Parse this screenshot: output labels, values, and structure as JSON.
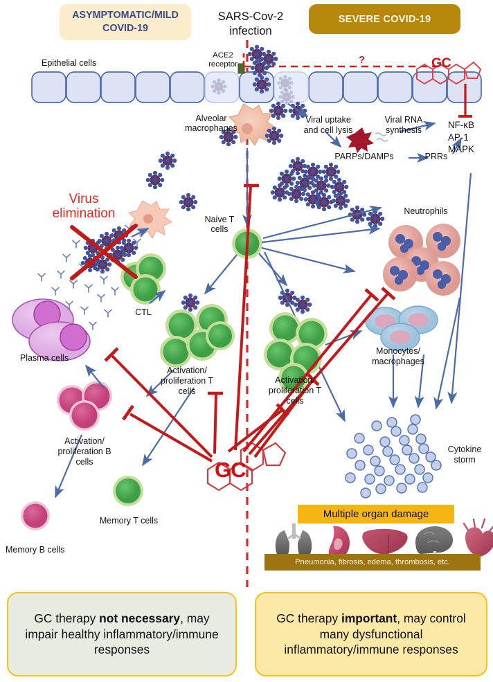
{
  "figure": {
    "domain": "biomedical-pathway-diagram",
    "subject": "Glucocorticoid (GC) therapy in asymptomatic/mild vs severe COVID-19"
  },
  "header": {
    "left_banner": "ASYMPTOMATIC/MILD COVID-19",
    "center_title": "SARS-Cov-2 infection",
    "right_banner": "SEVERE COVID-19"
  },
  "labels": {
    "epithelial_cells": "Epithelial cells",
    "ace2_receptor": "ACE2 receptor",
    "alveolar_macrophages": "Alveolar macrophages",
    "question_mark": "?",
    "viral_uptake": "Viral uptake and cell lysis",
    "viral_rna": "Viral RNA synthesis",
    "parps_damps": "PARPs/DAMPs",
    "prrs": "PRRs",
    "signalling": "NF-κB AP-1 MAPK",
    "signalling_lines": [
      "NF-κB",
      "AP-1",
      "MAPK"
    ],
    "virus_elimination": "Virus elimination",
    "naive_t_cells": "Naive T cells",
    "ctl": "CTL",
    "plasma_cells": "Plasma cells",
    "activation_t_left": "Activation/ proliferation T cells",
    "activation_t_right": "Activation/ proliferation T cells",
    "activation_b": "Activation/ proliferation B cells",
    "memory_t_cells": "Memory T cells",
    "memory_b_cells": "Memory B cells",
    "neutrophils": "Neutrophils",
    "monocytes_macrophages": "Monocytes/ macrophages",
    "cytokine_storm": "Cytokine storm",
    "gc_molecule": "GC"
  },
  "organ_damage": {
    "banner": "Multiple organ damage",
    "subtitle": "Pneumonia, fibrosis, edema, thrombosis, etc.",
    "organs": [
      "lungs",
      "kidney",
      "liver",
      "brain",
      "heart"
    ]
  },
  "conclusions": {
    "left": {
      "pre": "GC therapy ",
      "bold": "not necessary",
      "post": ", may impair healthy inflammatory/immune responses"
    },
    "right": {
      "pre": "GC therapy ",
      "bold": "important",
      "post": ", may control many dysfunctional inflammatory/immune responses"
    }
  },
  "colors": {
    "mild_banner_bg": "#fbeccb",
    "mild_banner_text": "#3b4a86",
    "severe_banner_bg": "#b5870b",
    "severe_banner_text": "#fdf6e3",
    "gc_red": "#cf0f16",
    "inhibition_red": "#c21a1a",
    "arrow_blue": "#4b6aa8",
    "epithelial_fill": "#dde3f5",
    "epithelial_stroke": "#4f6bb0",
    "t_cell_green": "#4caf50",
    "t_cell_rim": "#c2de9a",
    "plasma_cell_fill": "#e3b9e8",
    "plasma_nucleus": "#d06fd0",
    "b_cell_pink": "#cf4f86",
    "neutrophil_fill": "#e8a9a2",
    "neutrophil_nucleus": "#4a5ea8",
    "monocyte_fill": "#aacde4",
    "monocyte_nucleus": "#d9a8bd",
    "virus_blue": "#3f55a0",
    "virus_dark": "#7c2236",
    "cytokine_fill": "#c3d0ec",
    "cytokine_stroke": "#5a74b4",
    "organ_banner_bg": "#f5b512",
    "organ_sub_bg": "#9c7410",
    "concl_left_bg": "#e7ebe2",
    "concl_right_bg": "#fce9a8",
    "concl_border": "#f0c419",
    "divider_red": "#d62828",
    "macrophage_fill": "#f3c0ab"
  }
}
